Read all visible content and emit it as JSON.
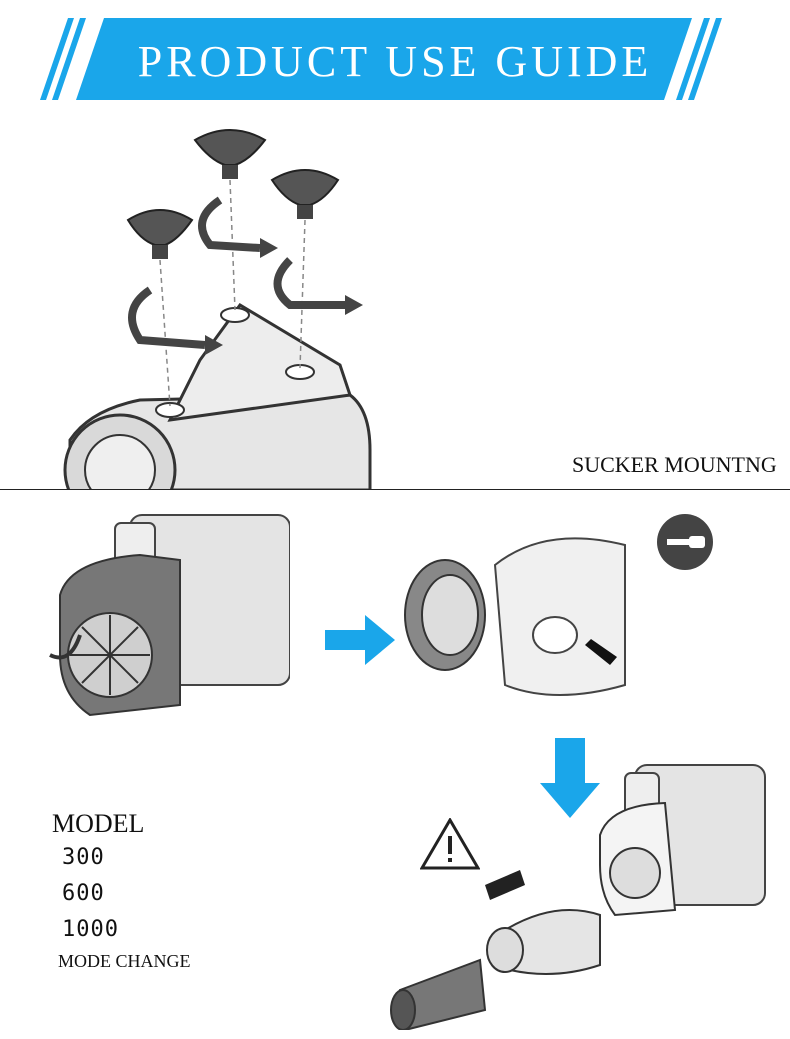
{
  "banner": {
    "title": "PRODUCT USE GUIDE",
    "color": "#1aa6ea"
  },
  "section_top": {
    "caption": "SUCKER MOUNTNG"
  },
  "section_bottom": {
    "model_label": "MODEL",
    "models": [
      "300",
      "600",
      "1000"
    ],
    "mode_change": "MODE CHANGE",
    "arrow_color": "#1aa6ea"
  },
  "icons": [
    "suction-cup-icon",
    "rotate-arrow-icon",
    "pump-icon",
    "screwdriver-icon",
    "warning-triangle-icon",
    "strainer-icon"
  ]
}
